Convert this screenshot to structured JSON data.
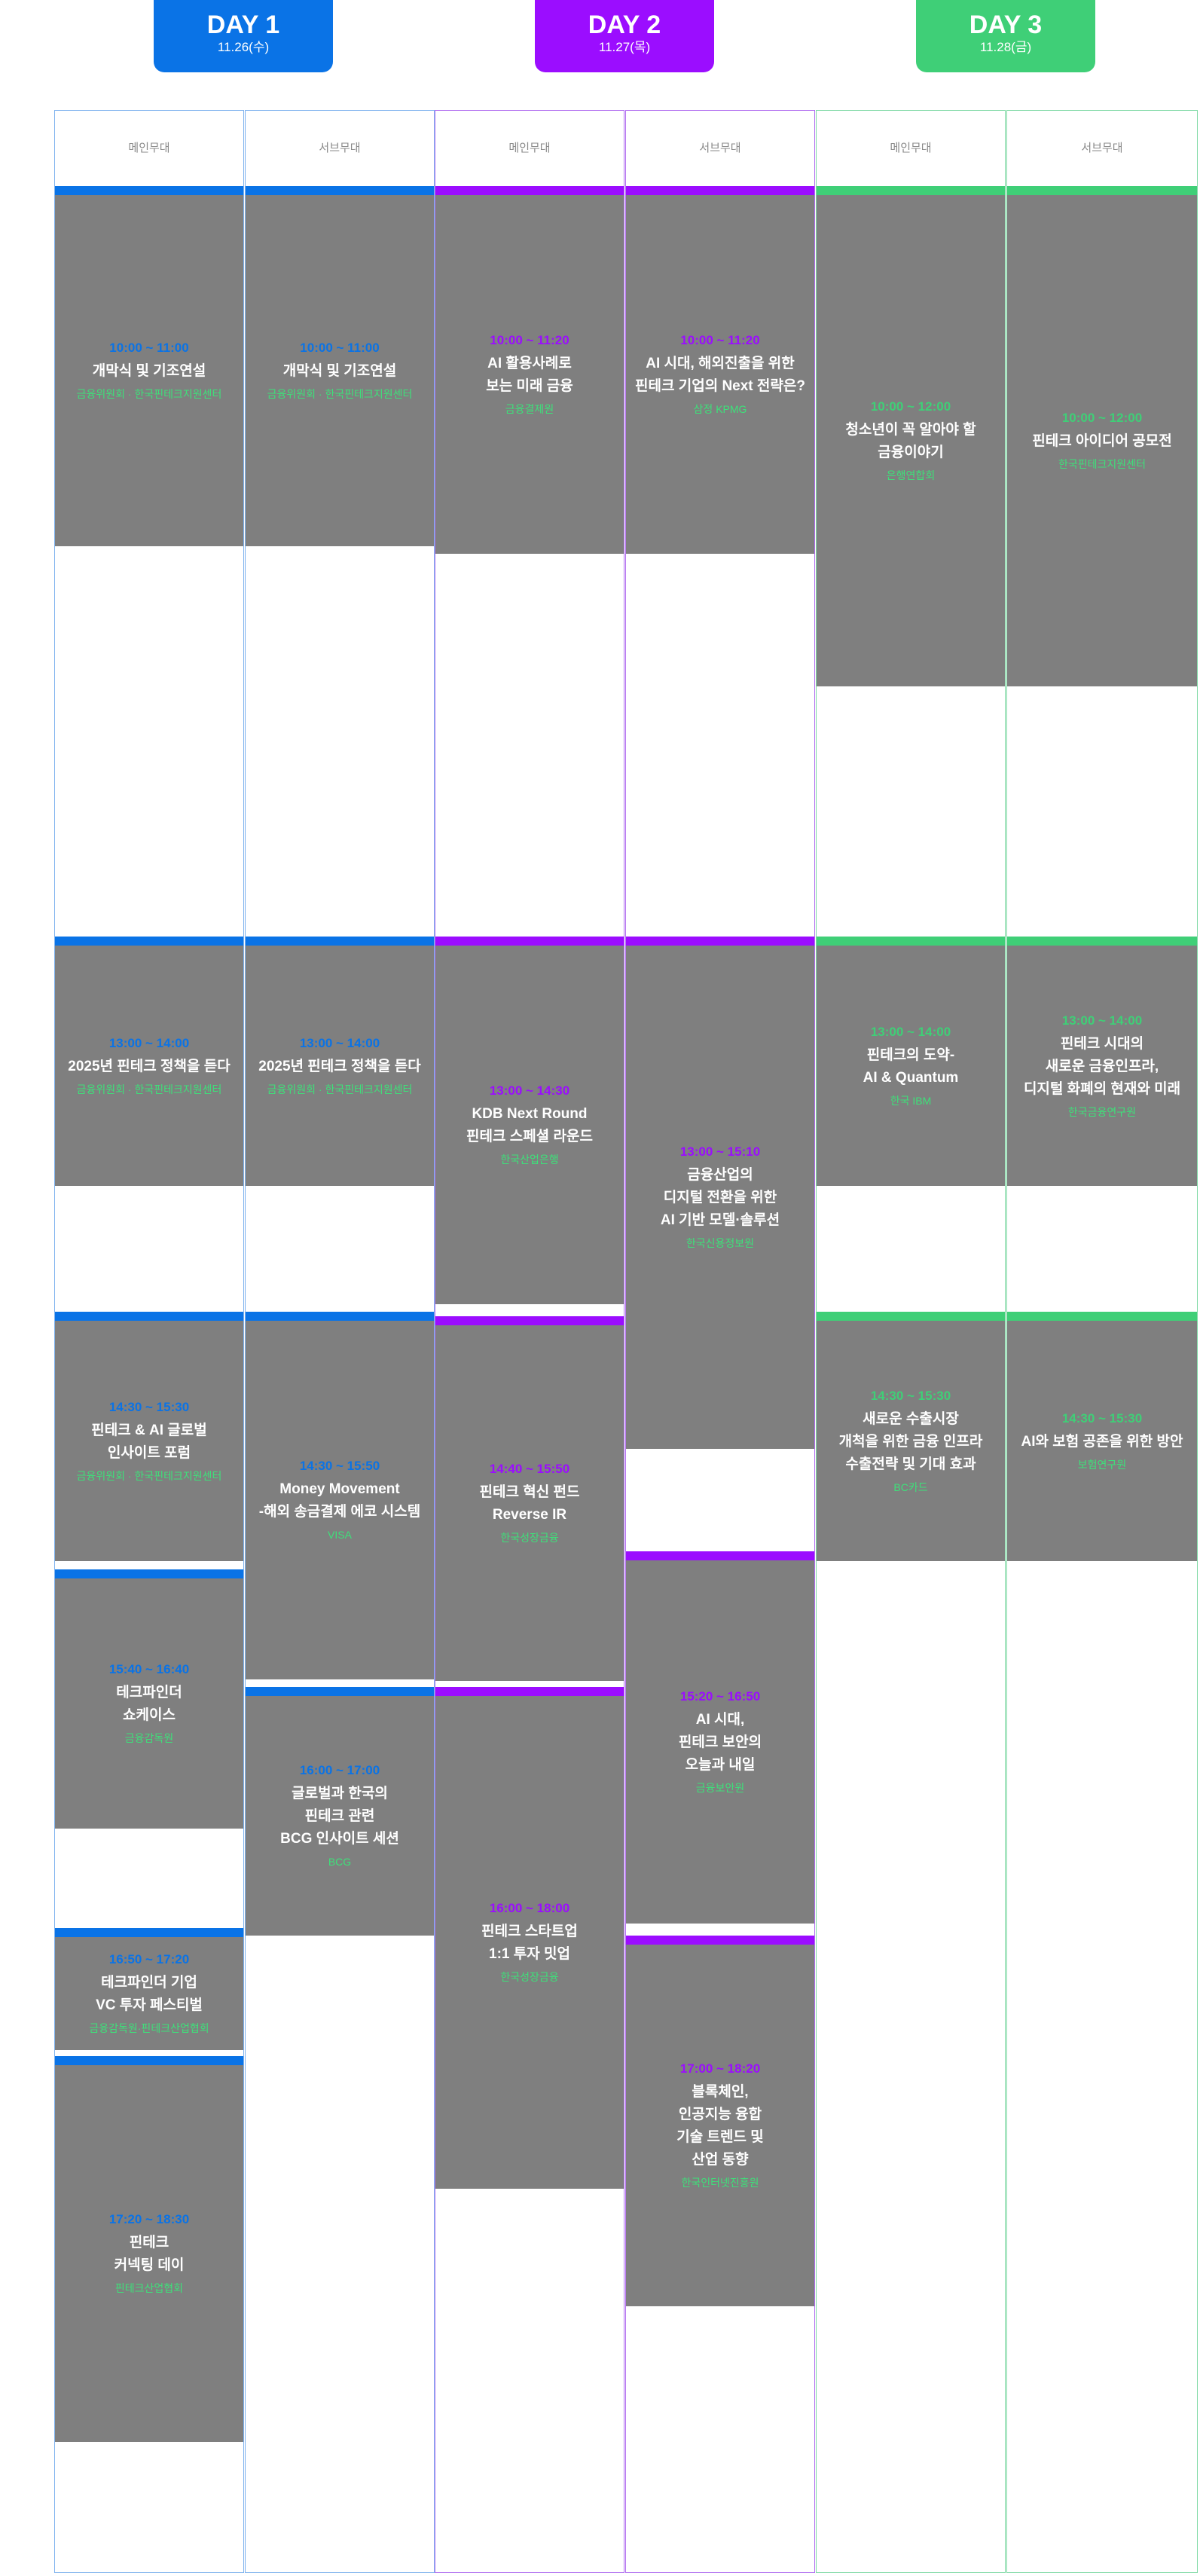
{
  "days": [
    {
      "label": "DAY 1",
      "date": "11.26(수)",
      "color": "#0a73e6"
    },
    {
      "label": "DAY 2",
      "date": "11.27(목)",
      "color": "#9b0dff"
    },
    {
      "label": "DAY 3",
      "date": "11.28(금)",
      "color": "#3fcf77"
    }
  ],
  "stages": {
    "main": "메인무대",
    "sub": "서브무대"
  },
  "sessions": [
    {
      "time": "10:00 ~ 11:00",
      "title": "개막식 및 기조연설",
      "org": "금융위원회 · 한국핀테크지원센터"
    },
    {
      "time": "10:00 ~ 11:00",
      "title": "개막식 및 기조연설",
      "org": "금융위원회 · 한국핀테크지원센터"
    },
    {
      "time": "10:00 ~ 11:20",
      "title": "AI 활용사례로\n보는 미래 금융",
      "org": "금융결제원"
    },
    {
      "time": "10:00 ~ 11:20",
      "title": "AI 시대, 해외진출을 위한\n핀테크 기업의 Next 전략은?",
      "org": "삼정 KPMG"
    },
    {
      "time": "10:00 ~ 12:00",
      "title": "청소년이 꼭 알아야 할\n금융이야기",
      "org": "은행연합회"
    },
    {
      "time": "10:00 ~ 12:00",
      "title": "핀테크 아이디어 공모전",
      "org": "한국핀테크지원센터"
    },
    {
      "time": "13:00 ~ 14:00",
      "title": "2025년 핀테크 정책을 듣다",
      "org": "금융위원회 · 한국핀테크지원센터"
    },
    {
      "time": "13:00 ~ 14:00",
      "title": "2025년 핀테크 정책을 듣다",
      "org": "금융위원회 · 한국핀테크지원센터"
    },
    {
      "time": "13:00 ~ 14:30",
      "title": "KDB Next Round\n핀테크 스페셜 라운드",
      "org": "한국산업은행"
    },
    {
      "time": "13:00 ~ 15:10",
      "title": "금융산업의\n디지털 전환을 위한\nAI 기반 모델·솔루션",
      "org": "한국신용정보원"
    },
    {
      "time": "13:00 ~ 14:00",
      "title": "핀테크의 도약-\nAI & Quantum",
      "org": "한국 IBM"
    },
    {
      "time": "13:00 ~ 14:00",
      "title": "핀테크 시대의\n새로운 금융인프라,\n디지털 화폐의 현재와 미래",
      "org": "한국금융연구원"
    },
    {
      "time": "14:30 ~ 15:30",
      "title": "핀테크 & AI 글로벌\n인사이트 포럼",
      "org": "금융위원회 · 한국핀테크지원센터"
    },
    {
      "time": "14:30 ~ 15:50",
      "title": "Money Movement\n-해외 송금결제 에코 시스템",
      "org": "VISA"
    },
    {
      "time": "14:40 ~ 15:50",
      "title": "핀테크 혁신 펀드\nReverse IR",
      "org": "한국성장금융"
    },
    {
      "time": "14:30 ~ 15:30",
      "title": "새로운 수출시장\n개척을 위한 금융 인프라\n수출전략 및 기대 효과",
      "org": "BC카드"
    },
    {
      "time": "14:30 ~ 15:30",
      "title": "AI와 보험 공존을 위한 방안",
      "org": "보험연구원"
    },
    {
      "time": "15:40 ~ 16:40",
      "title": "테크파인더\n쇼케이스",
      "org": "금융감독원"
    },
    {
      "time": "16:00 ~ 17:00",
      "title": "글로벌과 한국의\n핀테크 관련\nBCG 인사이트 세션",
      "org": "BCG"
    },
    {
      "time": "15:20 ~ 16:50",
      "title": "AI 시대,\n핀테크 보안의\n오늘과 내일",
      "org": "금융보안원"
    },
    {
      "time": "16:00 ~ 18:00",
      "title": "핀테크 스타트업\n1:1 투자 밋업",
      "org": "한국성장금융"
    },
    {
      "time": "16:50 ~ 17:20",
      "title": "테크파인더 기업\nVC 투자 페스티벌",
      "org": "금융감독원·핀테크산업협회"
    },
    {
      "time": "17:00 ~ 18:20",
      "title": "블록체인,\n인공지능 융합\n기술 트렌드 및\n산업 동향",
      "org": "한국인터넷진흥원"
    },
    {
      "time": "17:20 ~ 18:30",
      "title": "핀테크\n커넥팅 데이",
      "org": "핀테크산업협회"
    }
  ]
}
